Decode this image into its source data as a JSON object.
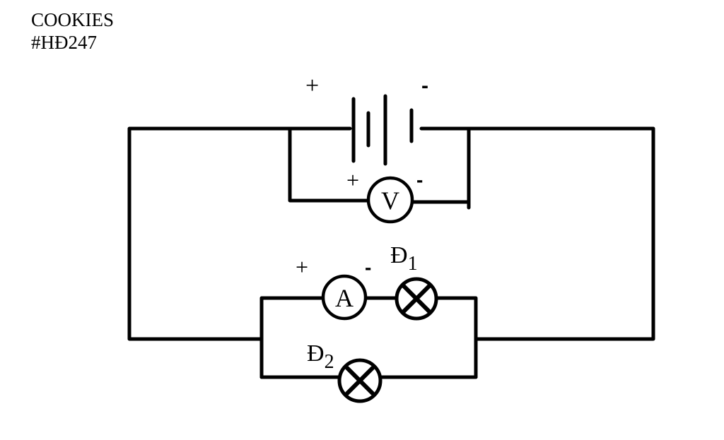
{
  "header": {
    "line1": "COOKIES",
    "line2": "#HĐ247"
  },
  "battery": {
    "plus_sign": "+",
    "minus_sign": "-"
  },
  "voltmeter": {
    "symbol": "V",
    "plus_sign": "+",
    "minus_sign": "-"
  },
  "ammeter": {
    "symbol": "A",
    "plus_sign": "+",
    "minus_sign": "-"
  },
  "lamp1": {
    "letter": "Đ",
    "index": "1"
  },
  "lamp2": {
    "letter": "Đ",
    "index": "2"
  }
}
